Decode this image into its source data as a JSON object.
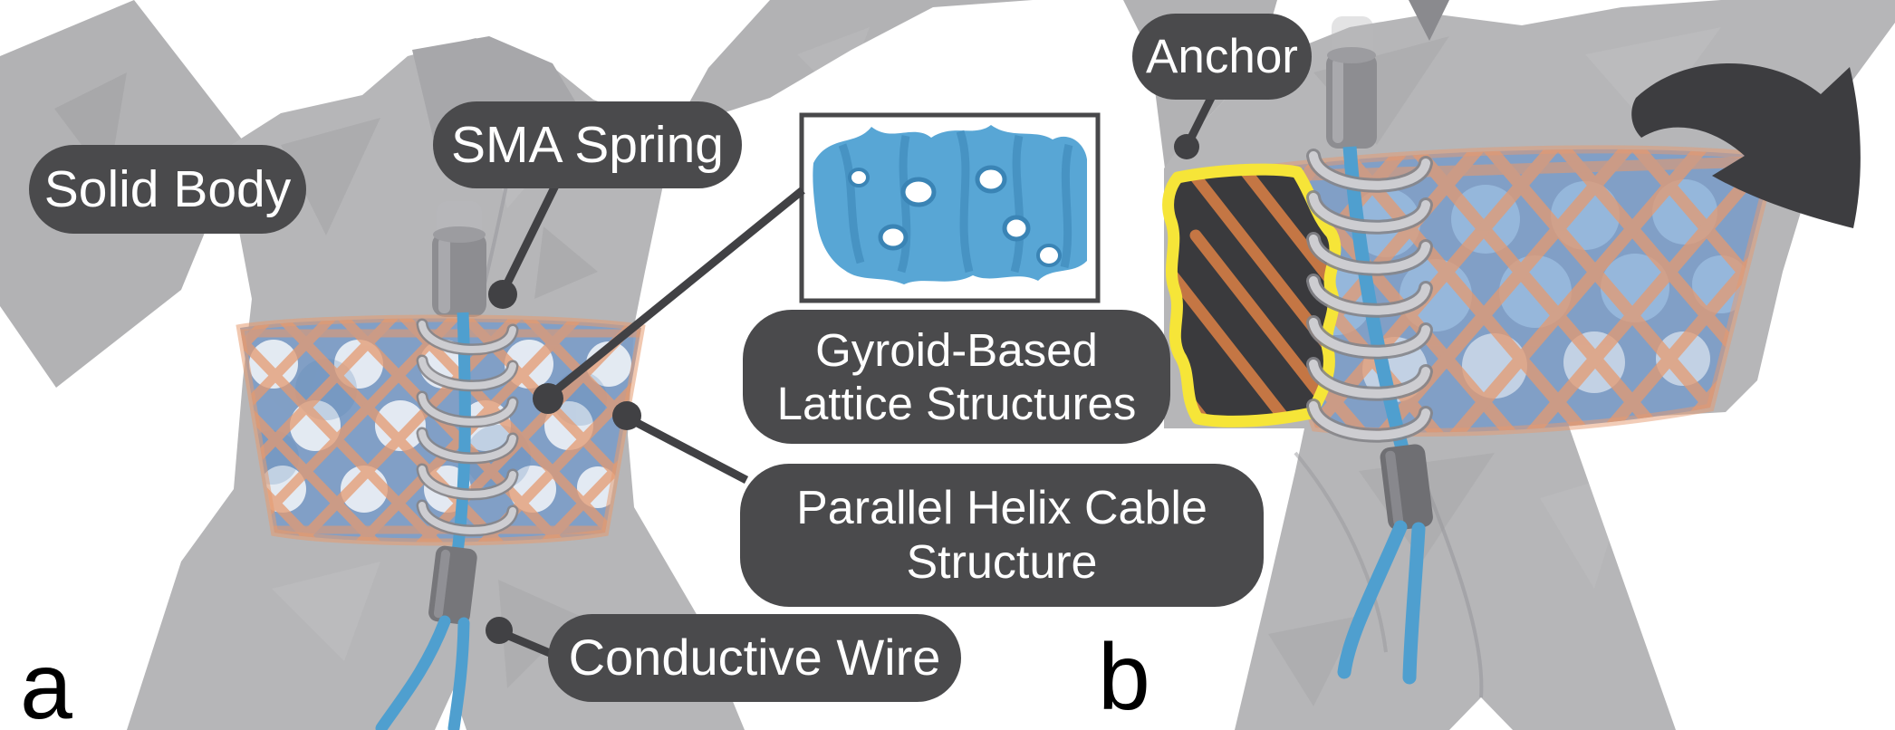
{
  "figure": {
    "panel_a": {
      "letter": "a",
      "labels": {
        "solid_body": "Solid Body",
        "sma_spring": "SMA Spring",
        "gyroid_line1": "Gyroid-Based",
        "gyroid_line2": "Lattice Structures",
        "parallel_helix_line1": "Parallel Helix Cable",
        "parallel_helix_line2": "Structure",
        "conductive_wire": "Conductive Wire"
      }
    },
    "panel_b": {
      "letter": "b",
      "labels": {
        "anchor": "Anchor"
      }
    },
    "colors": {
      "background": "#ffffff",
      "label_bg": "#4a4a4c",
      "label_text": "#ffffff",
      "callout": "#414144",
      "body_gray": "#b4b4b6",
      "lattice_blue": "#7d9dc7",
      "lattice_hole_white": "#f5f7fa",
      "helix_orange": "#e59a70",
      "wire_blue": "#4f9fcf",
      "spring_silver": "#cdcdd1",
      "cylinder_gray": "#8d8d91",
      "anchor_fill": "#3a3a3d",
      "anchor_outline": "#f6e538",
      "gyroid_blue": "#58a6d5",
      "arrow_dark": "#3d3d40"
    }
  }
}
